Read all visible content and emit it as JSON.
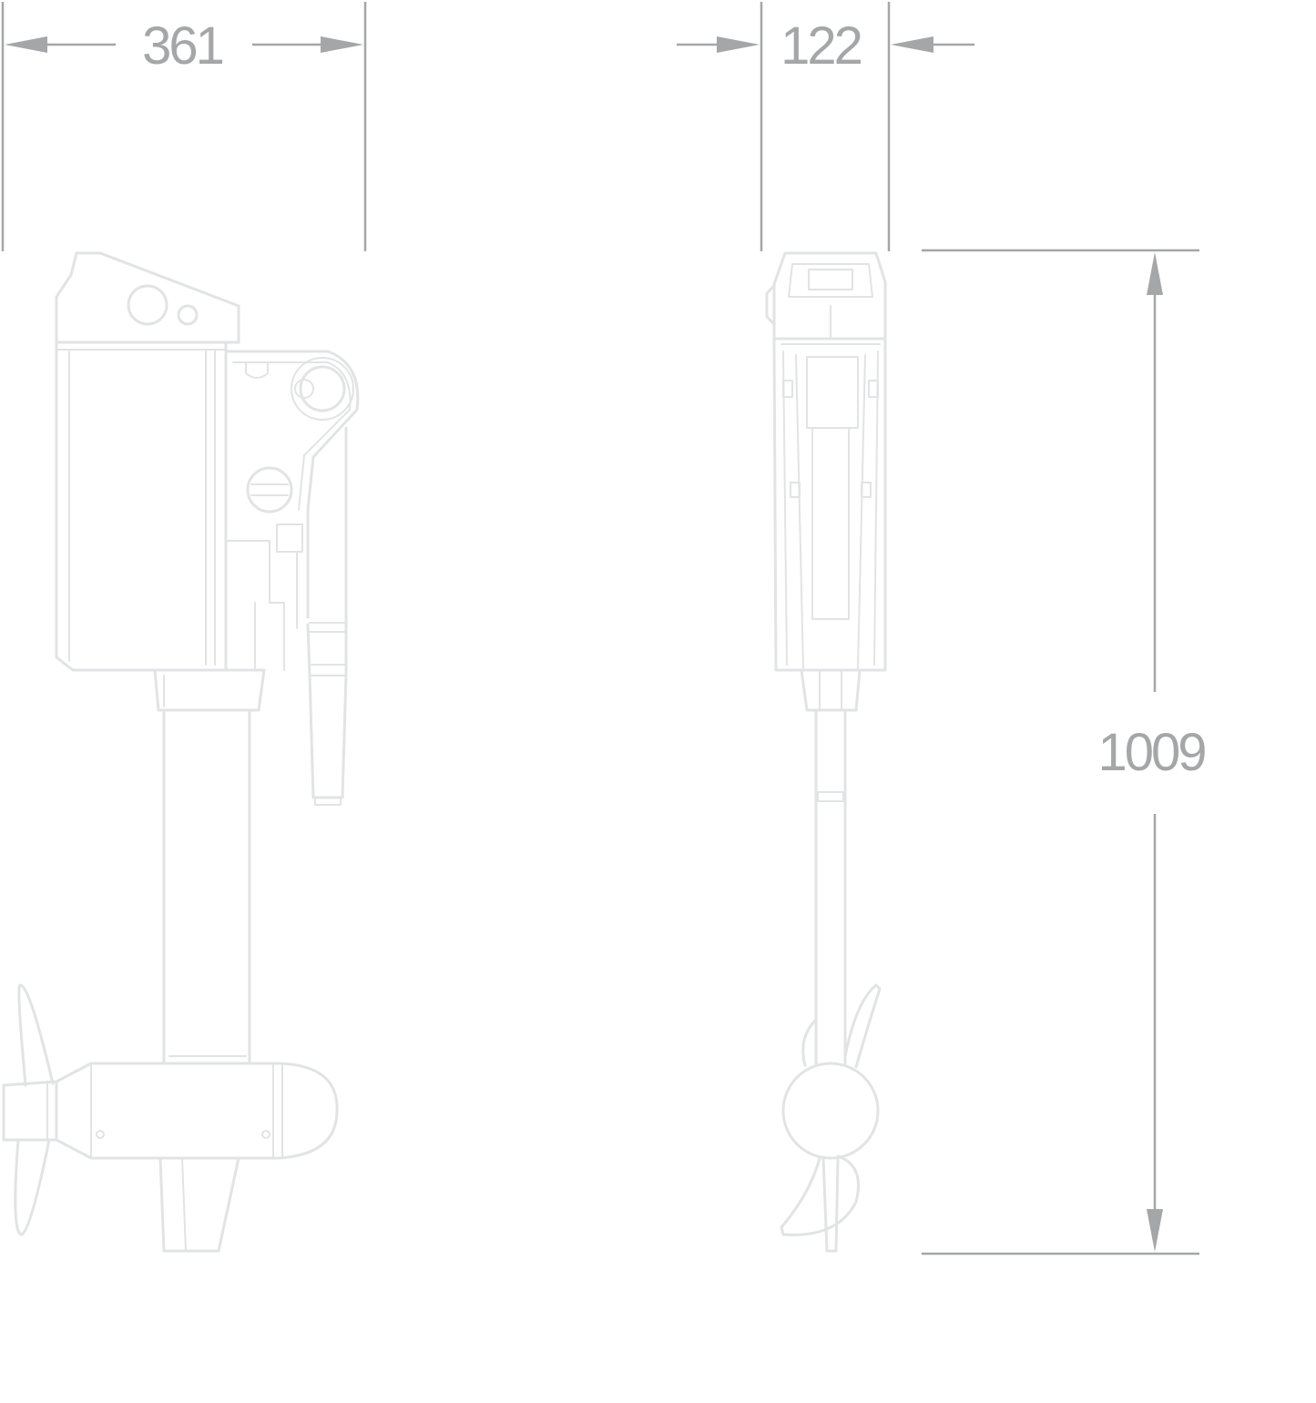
{
  "dimensions": {
    "width_side": {
      "value": "361"
    },
    "width_front": {
      "value": "122"
    },
    "height": {
      "value": "1009"
    }
  },
  "colors": {
    "dimension": "#a4a6a8",
    "outline": "#e2e3e4"
  },
  "views": [
    "side-view",
    "front-view"
  ]
}
